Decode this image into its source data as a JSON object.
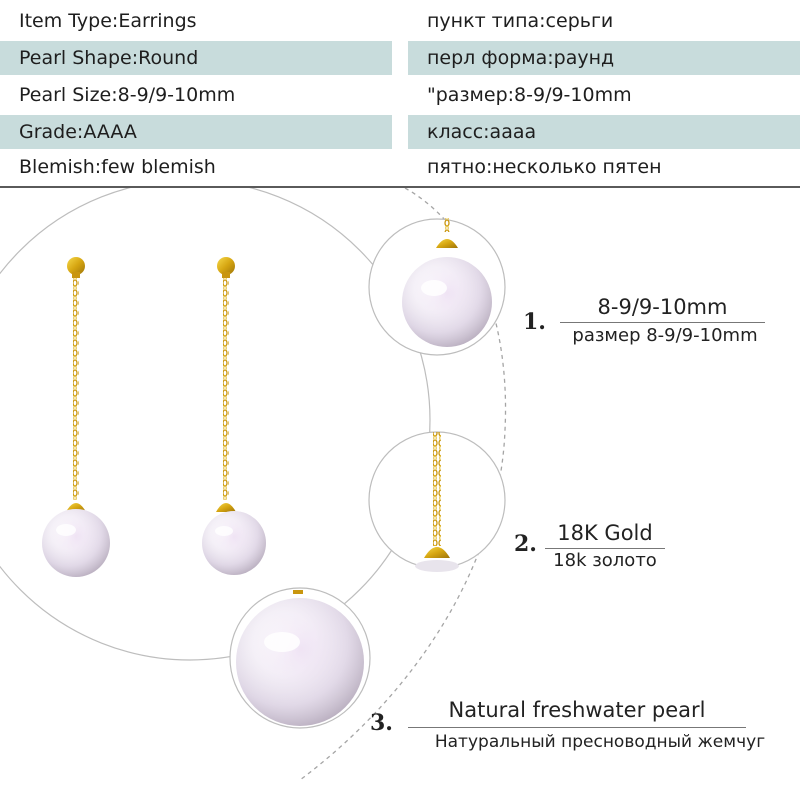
{
  "spec_table": {
    "rows": [
      {
        "en": "Item Type:Earrings",
        "ru": "пункт типа:серьги"
      },
      {
        "en": "Pearl Shape:Round",
        "ru": "перл форма:раунд"
      },
      {
        "en": "Pearl Size:8-9/9-10mm",
        "ru": "\"размер:8-9/9-10mm"
      },
      {
        "en": "Grade:AAAA",
        "ru": "класс:аааа"
      },
      {
        "en": "Blemish:few blemish",
        "ru": "пятно:несколько пятен"
      }
    ],
    "shade_color": "#c8dcdc"
  },
  "features": [
    {
      "number": "1.",
      "title": "8-9/9-10mm",
      "subtitle": "размер 8-9/9-10mm"
    },
    {
      "number": "2.",
      "title": "18K Gold",
      "subtitle": "18k золото"
    },
    {
      "number": "3.",
      "title": "Natural freshwater pearl",
      "subtitle": "Натуральный пресноводный жемчуг"
    }
  ],
  "colors": {
    "gold": "#d4a514",
    "pearl": "#ece8f0",
    "dashed_circle": "#999999"
  }
}
